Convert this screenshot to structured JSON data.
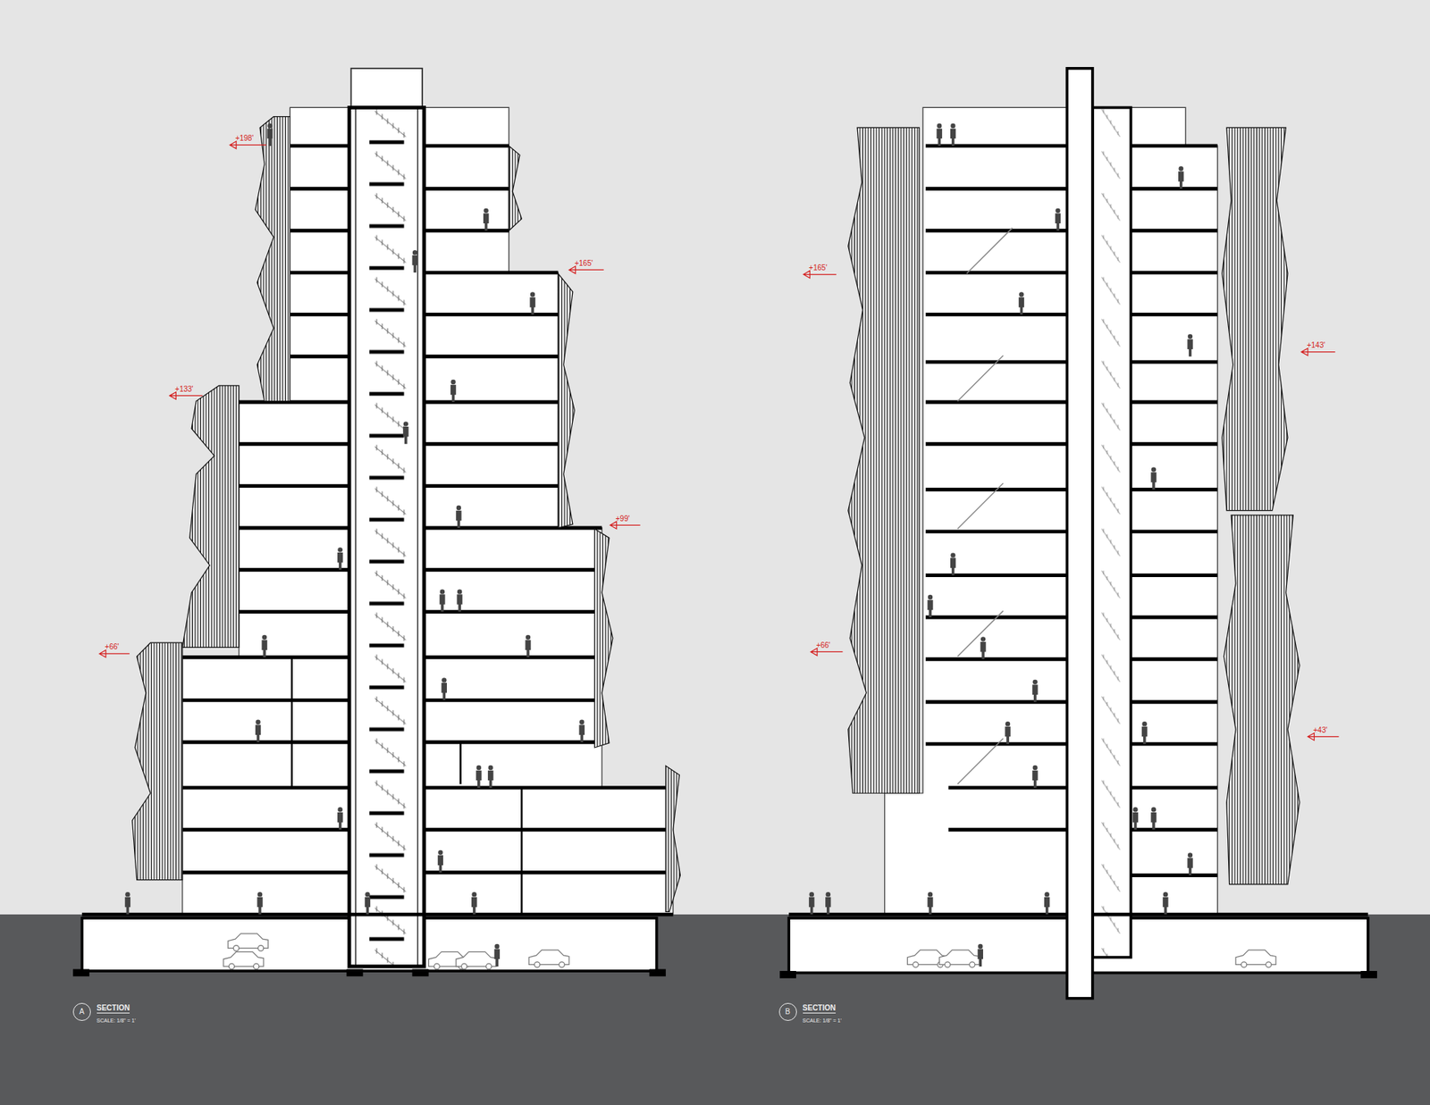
{
  "diagram": {
    "nodes": [
      {
        "text": [
          "A"
        ]
      },
      {
        "text": [
          "B"
        ]
      }
    ],
    "labels": [
      "+198'",
      "+165'",
      "+133'",
      "+99'",
      "+66'",
      "SECTION",
      "SCALE: 1/8\" = 1'",
      "+165'",
      "+143'",
      "+66'",
      "+43'",
      "SECTION",
      "SCALE: 1/8\" = 1'"
    ]
  }
}
